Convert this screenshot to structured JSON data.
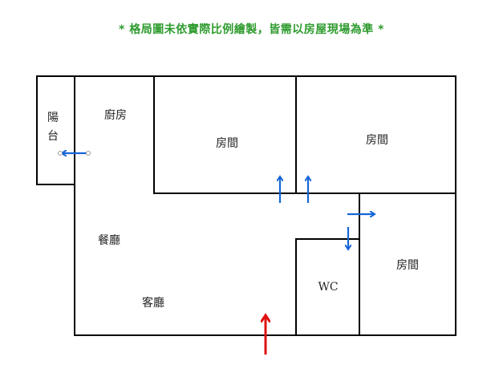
{
  "note": "* 格局圖未依實際比例繪製，皆需以房屋現場為準 *",
  "rooms": {
    "balcony_1": "陽",
    "balcony_2": "台",
    "kitchen": "廚房",
    "bedroom_1": "房間",
    "bedroom_2": "房間",
    "bedroom_3": "房間",
    "dining": "餐廳",
    "living": "客廳",
    "wc": "WC"
  },
  "colors": {
    "note": "#2e9b2e",
    "door_arrow": "#1565d8",
    "entrance_arrow": "#e01010"
  }
}
